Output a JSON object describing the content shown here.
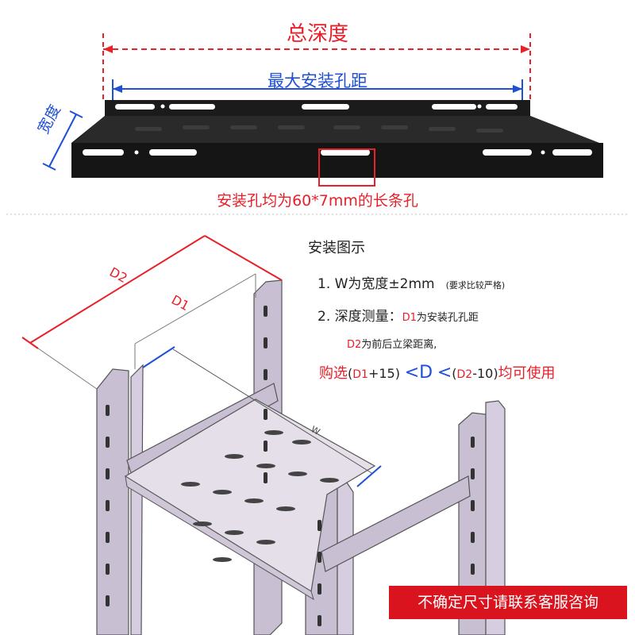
{
  "top": {
    "total_depth": "总深度",
    "max_hole_distance": "最大安装孔距",
    "width": "宽度",
    "hole_note": "安装孔均为60*7mm的长条孔"
  },
  "instructions": {
    "title": "安装图示",
    "line1_main": "1. W为宽度±2mm",
    "line1_note": "(要求比较严格)",
    "line2_main": "2. 深度测量：",
    "line2_d1": "D1",
    "line2_d1_text": "为安装孔孔距",
    "line3_d2": "D2",
    "line3_text": "为前后立梁距离,",
    "buy_prefix": "购选",
    "buy_open1": "(",
    "buy_d1": "D1",
    "buy_plus": "+15)",
    "buy_lt1": "<",
    "buy_d": "D",
    "buy_lt2": "<",
    "buy_open2": "(",
    "buy_d2": "D2",
    "buy_minus": "-10)",
    "buy_suffix": "均可使用"
  },
  "diagram_labels": {
    "d2": "D2",
    "d1": "D1",
    "w": "W"
  },
  "banner": "不确定尺寸请联系客服咨询",
  "colors": {
    "red": "#e8202a",
    "blue": "#1f4fd6",
    "shelf_black": "#1b1b1b",
    "rack_purple": "#c9bfd3",
    "banner_red": "#d9141f"
  }
}
